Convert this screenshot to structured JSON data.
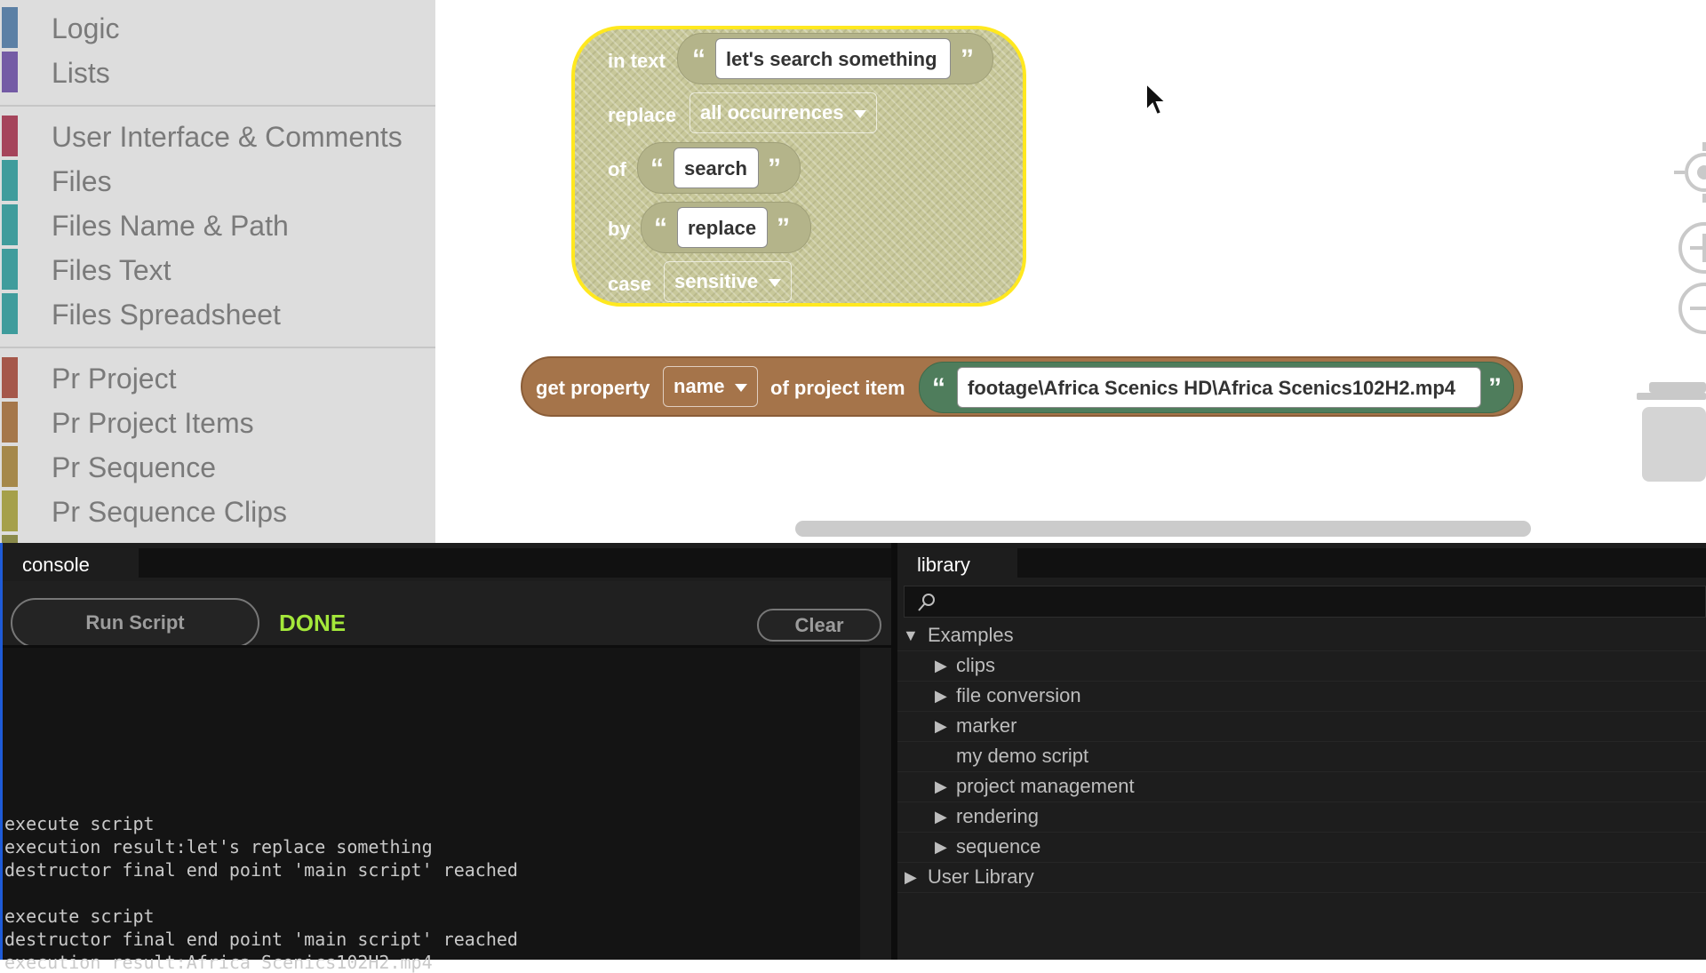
{
  "sidebar": {
    "categories": [
      {
        "label": "Logic",
        "color": "#5b80a5"
      },
      {
        "label": "Lists",
        "color": "#745ba5"
      },
      {
        "label": "User Interface & Comments",
        "color": "#a5445b"
      },
      {
        "label": "Files",
        "color": "#3f9c9c"
      },
      {
        "label": "Files Name & Path",
        "color": "#3f9c9c"
      },
      {
        "label": "Files Text",
        "color": "#3f9c9c"
      },
      {
        "label": "Files Spreadsheet",
        "color": "#3f9c9c"
      },
      {
        "label": "Pr Project",
        "color": "#a5574a"
      },
      {
        "label": "Pr Project Items",
        "color": "#a5774a"
      },
      {
        "label": "Pr Sequence",
        "color": "#a5884a"
      },
      {
        "label": "Pr Sequence Clips",
        "color": "#a5a04a"
      }
    ]
  },
  "workspace": {
    "text_replace_block": {
      "in_text_label": "in text",
      "in_text_value": "let's search something",
      "replace_label": "replace",
      "replace_option": "all occurrences",
      "of_label": "of",
      "of_value": "search",
      "by_label": "by",
      "by_value": "replace",
      "case_label": "case",
      "case_option": "sensitive",
      "color": "#c8c89a",
      "highlight_color": "#ffe81f"
    },
    "get_property_block": {
      "get_label": "get property",
      "property_option": "name",
      "of_label": "of project item",
      "item_value": "footage\\Africa Scenics HD\\Africa Scenics102H2.mp4",
      "color": "#a5744a",
      "string_color": "#4f7d5c"
    },
    "quote_open": "“",
    "quote_close": "”"
  },
  "console": {
    "tab_label": "console",
    "run_button": "Run Script",
    "status": "DONE",
    "status_color": "#a4e83a",
    "clear_button": "Clear",
    "output_lines": [
      "execute script",
      "execution result:let's replace something",
      "destructor final end point 'main script' reached",
      "",
      "execute script",
      "destructor final end point 'main script' reached",
      "execution result:Africa Scenics102H2.mp4"
    ]
  },
  "library": {
    "tab_label": "library",
    "search_icon": "search-icon",
    "tree": [
      {
        "label": "Examples",
        "expanded": true,
        "level": 0,
        "has_children": true
      },
      {
        "label": "clips",
        "expanded": false,
        "level": 1,
        "has_children": true
      },
      {
        "label": "file conversion",
        "expanded": false,
        "level": 1,
        "has_children": true
      },
      {
        "label": "marker",
        "expanded": false,
        "level": 1,
        "has_children": true
      },
      {
        "label": "my demo script",
        "expanded": false,
        "level": 1,
        "has_children": false
      },
      {
        "label": "project management",
        "expanded": false,
        "level": 1,
        "has_children": true
      },
      {
        "label": "rendering",
        "expanded": false,
        "level": 1,
        "has_children": true
      },
      {
        "label": "sequence",
        "expanded": false,
        "level": 1,
        "has_children": true
      },
      {
        "label": "User Library",
        "expanded": false,
        "level": 0,
        "has_children": true
      }
    ]
  }
}
